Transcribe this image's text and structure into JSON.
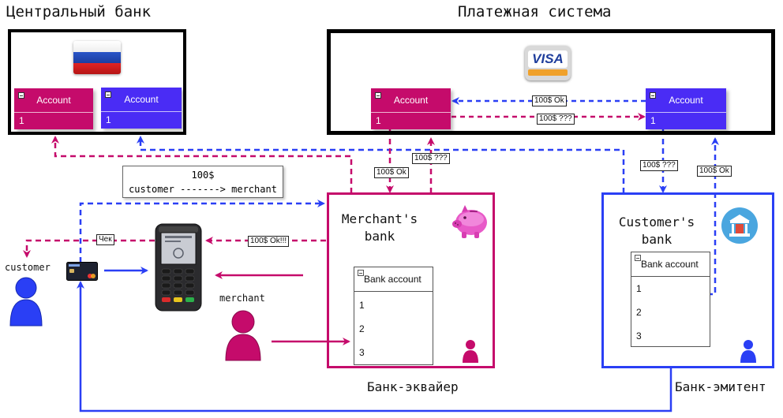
{
  "central_bank": {
    "title": "Центральный банк",
    "flag_icon": "russia-flag-icon",
    "accounts": [
      {
        "header": "Account",
        "row": "1",
        "color": "#c50b6b"
      },
      {
        "header": "Account",
        "row": "1",
        "color": "#4a2cf5"
      }
    ]
  },
  "payment_system": {
    "title": "Платежная система",
    "logo_text": "VISA",
    "accounts": [
      {
        "header": "Account",
        "row": "1",
        "color": "#c50b6b"
      },
      {
        "header": "Account",
        "row": "1",
        "color": "#4a2cf5"
      }
    ]
  },
  "merchants_bank": {
    "name": "Merchant's\nbank",
    "caption": "Банк-эквайер",
    "color": "#c50b6b",
    "icon": "piggy-bank-icon",
    "table": {
      "header": "Bank account",
      "rows": [
        "1",
        "2",
        "3"
      ]
    }
  },
  "customers_bank": {
    "name": "Customer's\nbank",
    "caption": "Банк-эмитент",
    "color": "#2a3ff5",
    "icon": "bank-building-icon",
    "table": {
      "header": "Bank account",
      "rows": [
        "1",
        "2",
        "3"
      ]
    }
  },
  "note": {
    "line1": "100$",
    "line2": "customer -------> merchant"
  },
  "actors": {
    "customer": "customer",
    "merchant": "merchant"
  },
  "flow_labels": {
    "ps_ok": "100$  Ok",
    "ps_req": "100$  ???",
    "acq_ok": "100$  Ok",
    "acq_req": "100$ ???",
    "iss_req": "100$   ???",
    "iss_ok": "100$ Ok",
    "terminal_ok": "100$  Ok!!!",
    "receipt": "Чек"
  },
  "colors": {
    "magenta": "#c50b6b",
    "blue": "#2a3ff5"
  }
}
